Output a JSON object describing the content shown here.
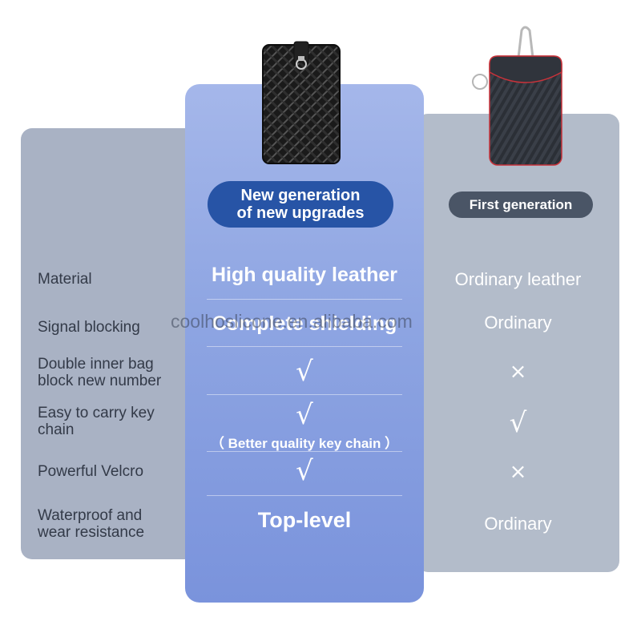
{
  "badges": {
    "new_line1": "New generation",
    "new_line2": "of new upgrades",
    "old": "First generation"
  },
  "rows": [
    {
      "label_line1": "Material",
      "label_line2": "",
      "new": "High quality leather",
      "old": "Ordinary leather"
    },
    {
      "label_line1": "Signal blocking",
      "label_line2": "",
      "new": "Complete shielding",
      "old": "Ordinary"
    },
    {
      "label_line1": "Double inner bag",
      "label_line2": "block new number",
      "new": "√",
      "old": "×"
    },
    {
      "label_line1": "Easy to carry key",
      "label_line2": "chain",
      "new": "√",
      "new_note": "（ Better quality key chain ）",
      "old": "√"
    },
    {
      "label_line1": "Powerful Velcro",
      "label_line2": "",
      "new": "√",
      "old": "×"
    },
    {
      "label_line1": "Waterproof and",
      "label_line2": "wear resistance",
      "new": "Top-level",
      "old": "Ordinary"
    }
  ],
  "watermark": "coolhoslicone.en.alibaba.com",
  "colors": {
    "new_badge": "#2754a6",
    "old_badge": "#4a5566",
    "mid_panel": "#8ea5e2",
    "side_panel": "#a9b2c4"
  },
  "icons": {
    "new_product": "woven-leather-pouch-image",
    "old_product": "carbon-fiber-key-pouch-image"
  }
}
